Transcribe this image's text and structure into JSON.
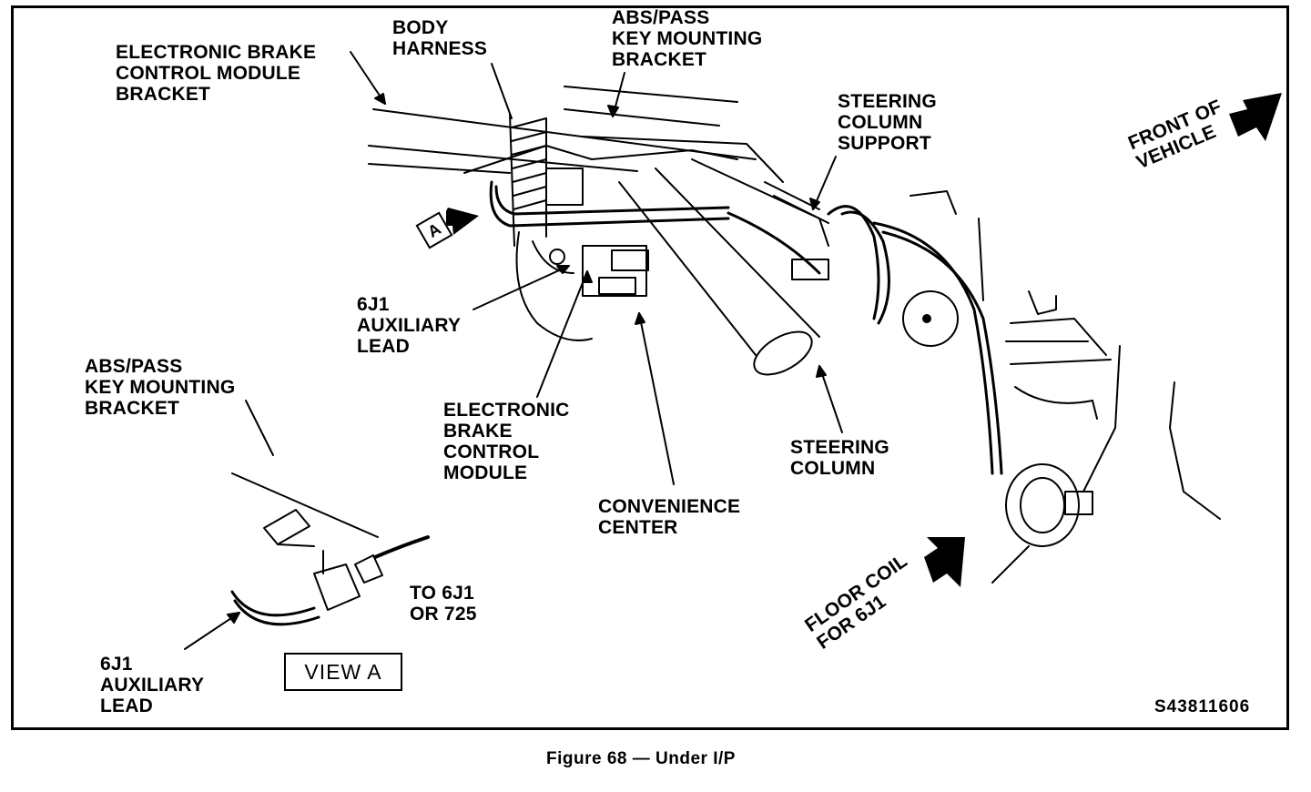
{
  "labels": {
    "ebcm_bracket": "ELECTRONIC BRAKE\nCONTROL MODULE\nBRACKET",
    "body_harness": "BODY\nHARNESS",
    "abs_bracket_top": "ABS/PASS\nKEY MOUNTING\nBRACKET",
    "steering_support": "STEERING\nCOLUMN\nSUPPORT",
    "front_of_vehicle": "FRONT OF\nVEHICLE",
    "aux_lead_top": "6J1\nAUXILIARY\nLEAD",
    "abs_bracket_view": "ABS/PASS\nKEY MOUNTING\nBRACKET",
    "ebcm": "ELECTRONIC\nBRAKE\nCONTROL\nMODULE",
    "steering_column": "STEERING\nCOLUMN",
    "convenience_center": "CONVENIENCE\nCENTER",
    "to_6j1": "TO 6J1\nOR 725",
    "floor_coil": "FLOOR COIL\nFOR 6J1",
    "aux_lead_view": "6J1\nAUXILIARY\nLEAD",
    "view_marker": "A"
  },
  "view_box": "VIEW A",
  "figure_code": "S43811606",
  "caption": "Figure 68  —  Under I/P"
}
